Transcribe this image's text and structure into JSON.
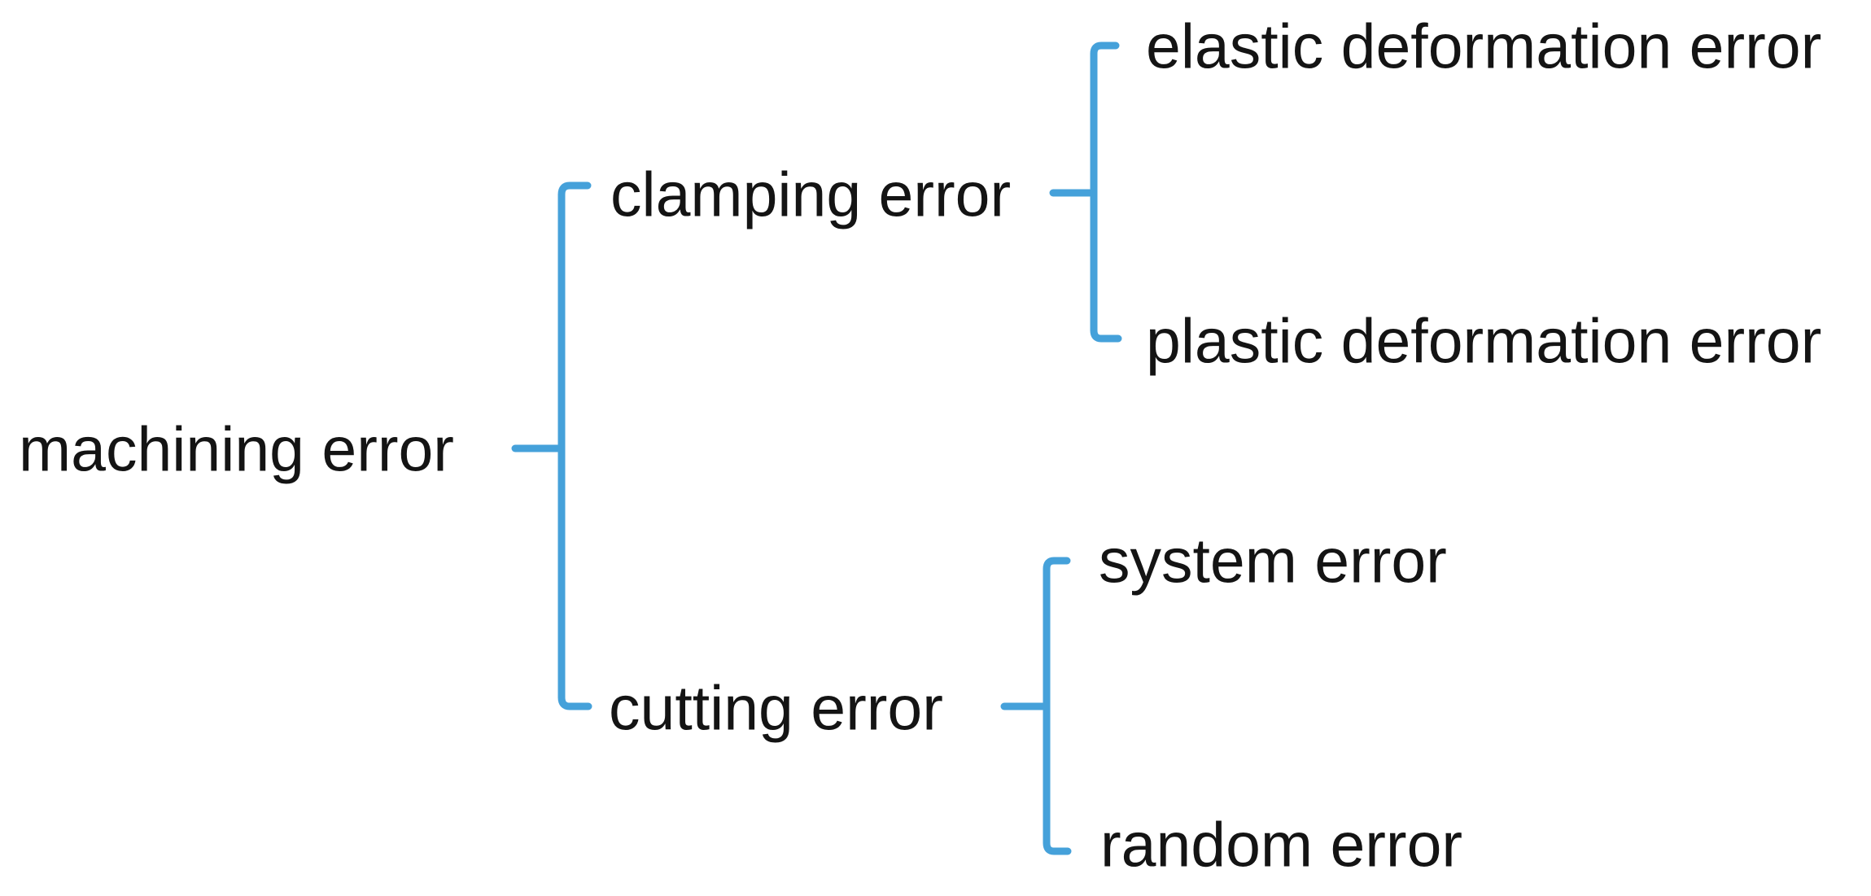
{
  "diagram": {
    "colors": {
      "line": "#45a1da",
      "text": "#141414",
      "background": "#ffffff"
    },
    "tree": {
      "label": "machining error",
      "children": [
        {
          "label": "clamping error",
          "children": [
            {
              "label": "elastic deformation error"
            },
            {
              "label": "plastic deformation error"
            }
          ]
        },
        {
          "label": "cutting error",
          "children": [
            {
              "label": "system error"
            },
            {
              "label": "random error"
            }
          ]
        }
      ]
    }
  }
}
